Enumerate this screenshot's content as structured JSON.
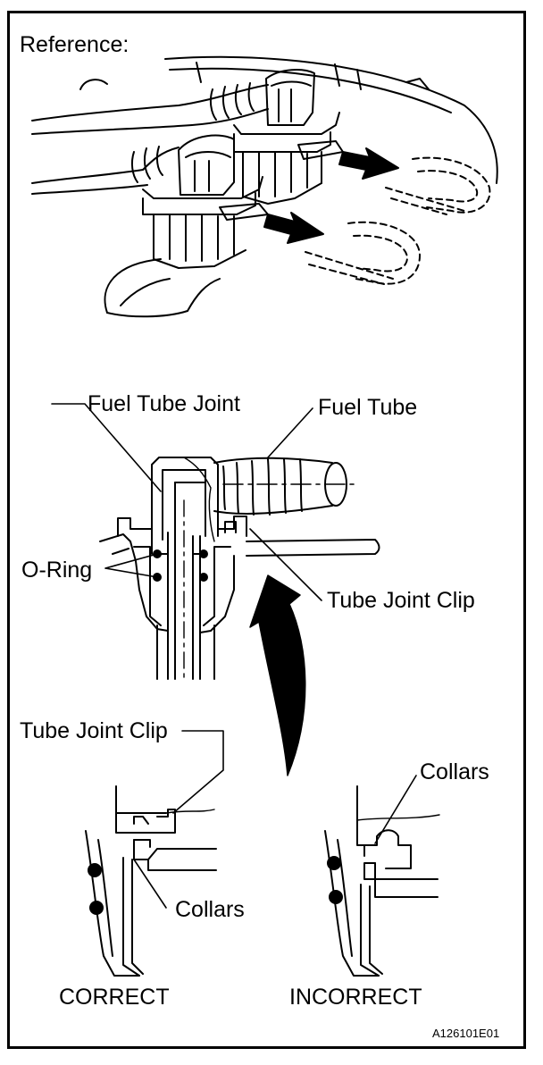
{
  "reference_label": "Reference:",
  "labels": {
    "fuel_tube_joint": "Fuel Tube Joint",
    "fuel_tube": "Fuel Tube",
    "o_ring": "O-Ring",
    "tube_joint_clip_right": "Tube Joint Clip",
    "tube_joint_clip_left": "Tube Joint Clip",
    "collars_correct": "Collars",
    "collars_incorrect": "Collars"
  },
  "captions": {
    "correct": "CORRECT",
    "incorrect": "INCORRECT"
  },
  "figure_code": "A126101E01"
}
